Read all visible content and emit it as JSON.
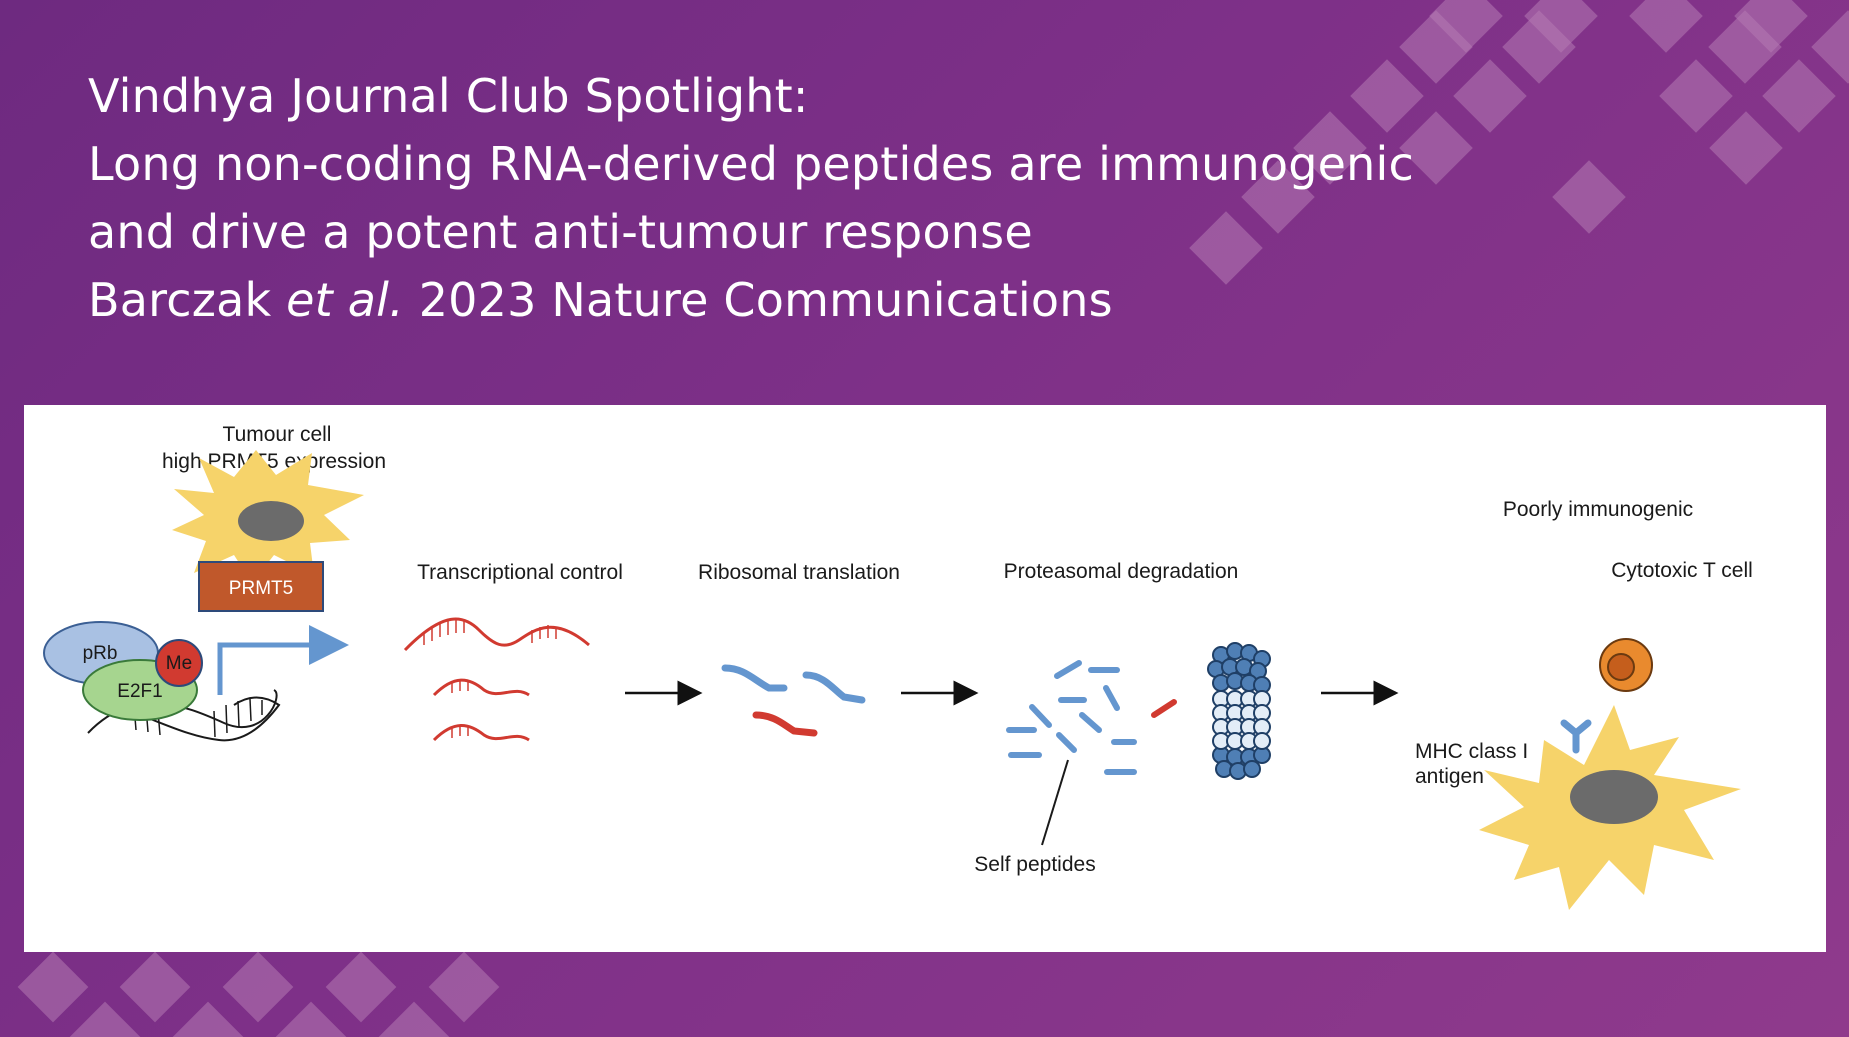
{
  "slide": {
    "title_line1": "Vindhya Journal Club Spotlight:",
    "title_line2": "Long non-coding RNA-derived peptides are immunogenic",
    "title_line3": "and drive a potent anti-tumour response",
    "citation_author": "Barczak",
    "citation_etal": "et al.",
    "citation_rest": "2023 Nature Communications"
  },
  "colors": {
    "background": "#7e3088",
    "diamond": "#b97cb8",
    "tumour_cell": "#f6d36a",
    "nucleus": "#6b6b6b",
    "prmt5_box": "#c0582b",
    "blue": "#6496cf",
    "red": "#d13a30"
  },
  "diagram": {
    "tumour_cell_label": "Tumour cell",
    "tumour_cell_sublabel": "high PRMT5 expression",
    "prmt5_label": "PRMT5",
    "prb_label": "pRb",
    "me_label": "Me",
    "e2f1_label": "E2F1",
    "step_transcription": "Transcriptional control",
    "step_translation": "Ribosomal translation",
    "step_degradation": "Proteasomal degradation",
    "self_peptides_label": "Self peptides",
    "poorly_immunogenic_label": "Poorly immunogenic",
    "cytotoxic_t_cell_label": "Cytotoxic T cell",
    "mhc_label_line1": "MHC class I",
    "mhc_label_line2": "antigen"
  }
}
